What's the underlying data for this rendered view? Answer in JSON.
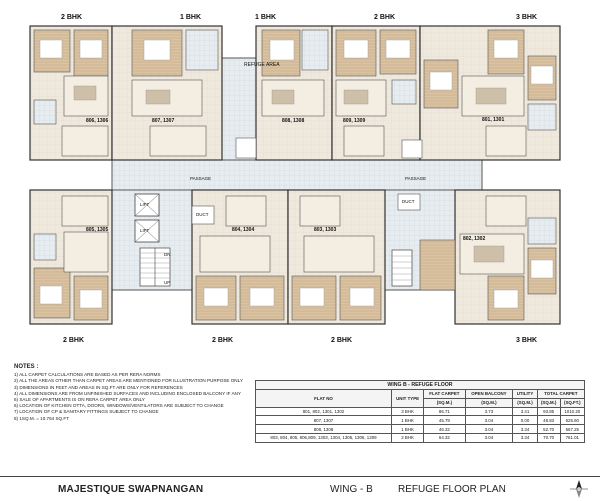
{
  "plan": {
    "top_types": [
      "2 BHK",
      "1 BHK",
      "1 BHK",
      "2 BHK",
      "3 BHK"
    ],
    "bottom_types": [
      "2 BHK",
      "2 BHK",
      "2 BHK",
      "3 BHK"
    ],
    "refuge_area": "REFUGE AREA",
    "passage": "PASSAGE",
    "lift": "LIFT",
    "duct": "DUCT",
    "dn": "DN",
    "up": "UP",
    "flats_top": [
      "806, 1306",
      "807, 1307",
      "808, 1308",
      "809, 1309",
      "801, 1301"
    ],
    "flats_bottom": [
      "805, 1305",
      "804, 1304",
      "803, 1303",
      "802, 1302"
    ]
  },
  "notes": {
    "heading": "NOTES :",
    "lines": [
      "1) ALL CARPET CALCULATIONS ARE BASED AS PER RERA NORMS",
      "2) ALL THE AREAS OTHER THAN CARPET AREAS ARE MENTIONED FOR ILLUSTRATION PURPOSE ONLY",
      "3) DIMENSIONS IN FEET AND AREAS IN SQ.FT ARE ONLY FOR REFERENCES",
      "4) ALL DIMENSIONS ARE FROM UNFINISHED SURFACES AND INCLUDING ENCLOSED BALCONY IF ANY",
      "5) SALE OF APARTMENTS IS ON RERA CARPET AREA ONLY",
      "6) LOCATION OF KITCHEN OTTA, DOORS, WINDOWS/VENTILATORS ARE SUBJECT TO CHANGE",
      "7) LOCATION OF CP & SANITARY FITTINGS SUBJECT TO CHANGE",
      "8) 1SQ.M. = 10.764 SQ.FT"
    ]
  },
  "table": {
    "title": "WING B - REFUGE FLOOR",
    "col_flat": "FLAT NO",
    "col_type": "UNIT TYPE",
    "col_carpet": "FLAT CARPET",
    "col_open": "OPEN BALCONY",
    "col_utility": "UTILITY",
    "col_total": "TOTAL CARPET",
    "unit_sqm": "(SQ.M.)",
    "unit_sqft": "(SQ.FT.)",
    "rows": [
      {
        "flat": "801, 802, 1301, 1302",
        "type": "3 BHK",
        "carpet": "86.71",
        "open": "3.73",
        "utility": "3.41",
        "total_sqm": "93.85",
        "total_sqft": "1010.20"
      },
      {
        "flat": "807, 1307",
        "type": "1 BHK",
        "carpet": "45.79",
        "open": "3.04",
        "utility": "0.00",
        "total_sqm": "48.83",
        "total_sqft": "525.60"
      },
      {
        "flat": "808, 1308",
        "type": "1 BHK",
        "carpet": "46.32",
        "open": "3.04",
        "utility": "3.34",
        "total_sqm": "52.70",
        "total_sqft": "567.25"
      },
      {
        "flat": "803, 804, 805, 806,809, 1303, 1304, 1305, 1306, 1309",
        "type": "2 BHK",
        "carpet": "64.32",
        "open": "3.04",
        "utility": "3.34",
        "total_sqm": "70.70",
        "total_sqft": "761.01"
      }
    ]
  },
  "footer": {
    "brand": "MAJESTIQUE SWAPNANGAN",
    "wing": "WING - B",
    "title": "REFUGE FLOOR PLAN"
  }
}
